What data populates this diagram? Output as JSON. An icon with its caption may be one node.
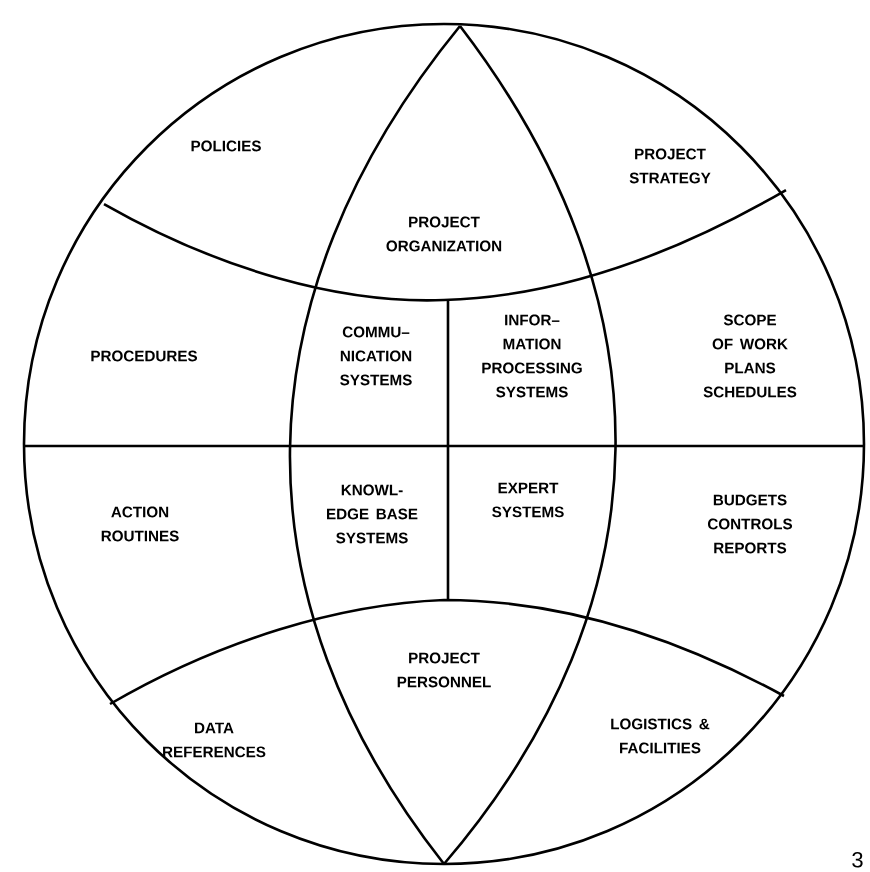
{
  "diagram": {
    "nodes": [
      {
        "text": [
          "POLICIES"
        ]
      },
      {
        "text": [
          "PROJECT STRATEGY"
        ]
      },
      {
        "text": [
          "PROJECT ORGANIZATION"
        ]
      },
      {
        "text": [
          "PROCEDURES"
        ]
      },
      {
        "text": [
          "COMMU– NICATION SYSTEMS"
        ]
      },
      {
        "text": [
          "INFOR– MATION PROCESSING SYSTEMS"
        ]
      },
      {
        "text": [
          "SCOPE OF WORK PLANS SCHEDULES"
        ]
      },
      {
        "text": [
          "ACTION ROUTINES"
        ]
      },
      {
        "text": [
          "KNOWL- EDGE BASE SYSTEMS"
        ]
      },
      {
        "text": [
          "EXPERT SYSTEMS"
        ]
      },
      {
        "text": [
          "BUDGETS CONTROLS REPORTS"
        ]
      },
      {
        "text": [
          "PROJECT PERSONNEL"
        ]
      },
      {
        "text": [
          "DATA REFERENCES"
        ]
      },
      {
        "text": [
          "LOGISTICS & FACILITIES"
        ]
      }
    ],
    "labels": [
      "3"
    ]
  }
}
